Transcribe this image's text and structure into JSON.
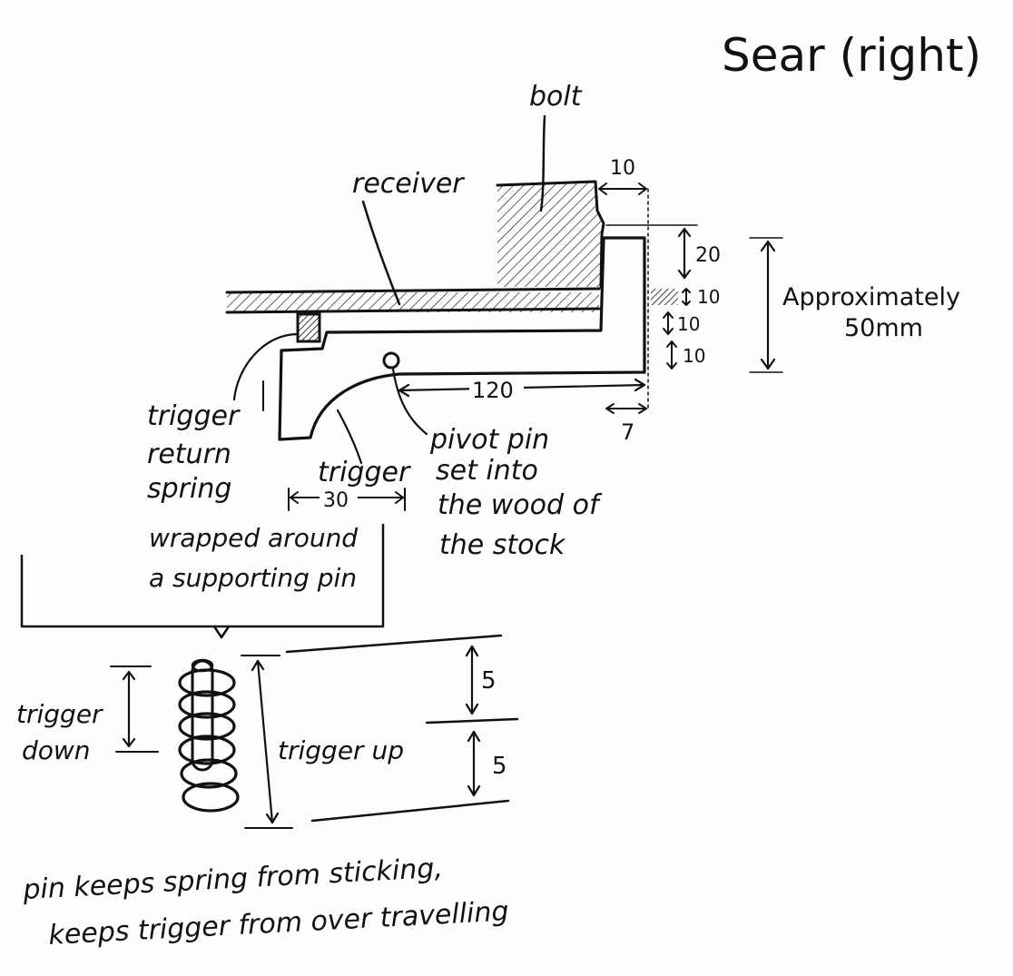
{
  "title": "Sear (right)",
  "labels": {
    "bolt": "bolt",
    "receiver": "receiver",
    "approx_line1": "Approximately",
    "approx_line2": "50mm",
    "trigger": "trigger",
    "pivot_1": "pivot pin",
    "pivot_2": "set into",
    "pivot_3": "the wood of",
    "pivot_4": "the stock",
    "spring_1": "trigger",
    "spring_2": "return",
    "spring_3": "spring",
    "spring_4": "wrapped around",
    "spring_5": "a supporting pin",
    "trigger_down_1": "trigger",
    "trigger_down_2": "down",
    "trigger_up": "trigger up",
    "note_1": "pin keeps spring from sticking,",
    "note_2": "keeps trigger from over travelling"
  },
  "dimensions": {
    "bolt_gap": "10",
    "top_step": "20",
    "receiver_thickness": "10",
    "gap_below_receiver": "10",
    "sear_bottom": "10",
    "pivot_to_end": "120",
    "end_offset": "7",
    "trigger_width": "30",
    "travel_upper": "5",
    "travel_lower": "5"
  },
  "colors": {
    "ink": "#111111",
    "paper": "#fdfdfc"
  }
}
